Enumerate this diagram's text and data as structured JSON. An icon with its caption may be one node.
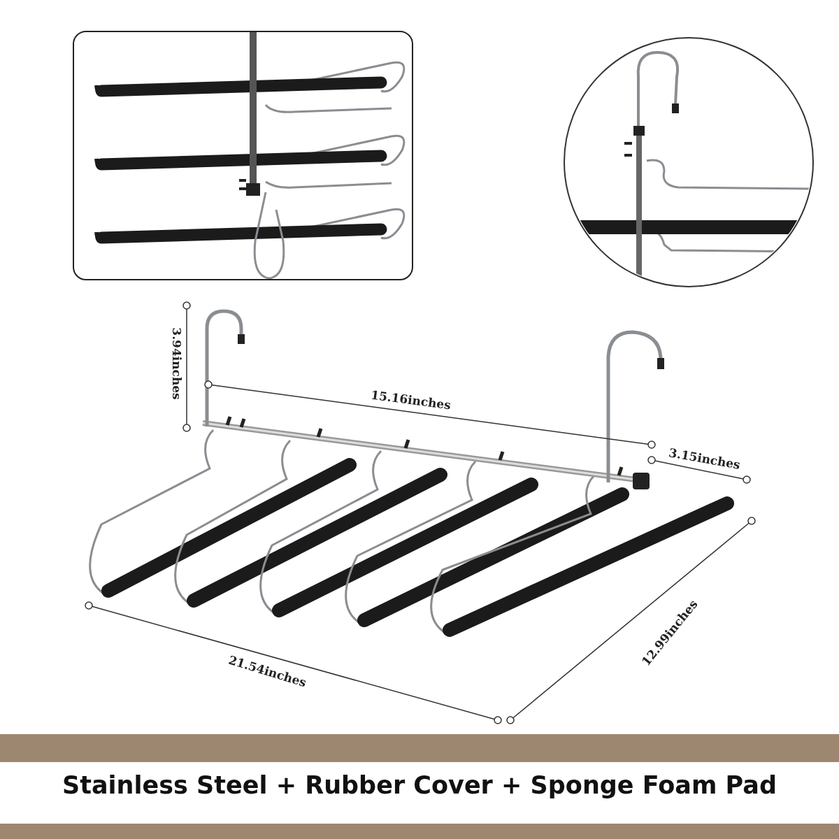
{
  "diagram": {
    "nodes": [
      {
        "text": [],
        "shape": "bar"
      },
      {
        "text": [],
        "shape": "bar"
      }
    ],
    "caption": "Stainless Steel + Rubber Cover + Sponge Foam Pad",
    "labels": [
      "3.94inches",
      "15.16inches",
      "3.15inches",
      "12.99inches",
      "21.54inches"
    ]
  }
}
